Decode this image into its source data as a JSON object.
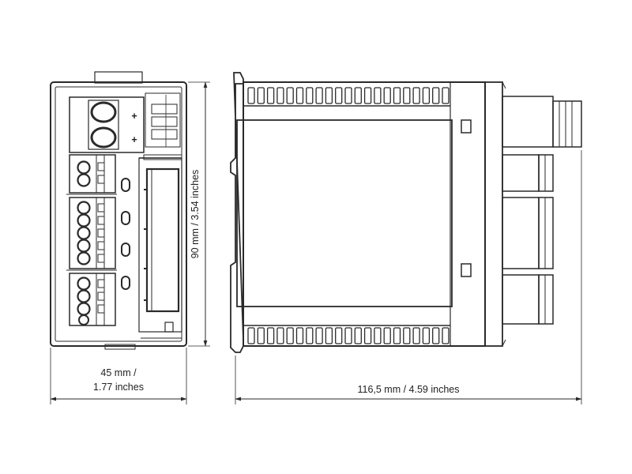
{
  "dimensions": {
    "width_front_line1": "45 mm /",
    "width_front_line2": "1.77 inches",
    "height": "90 mm / 3.54 inches",
    "depth": "116,5 mm / 4.59 inches"
  },
  "terminal_symbols": {
    "plus_top": "+",
    "plus_bottom": "+"
  }
}
